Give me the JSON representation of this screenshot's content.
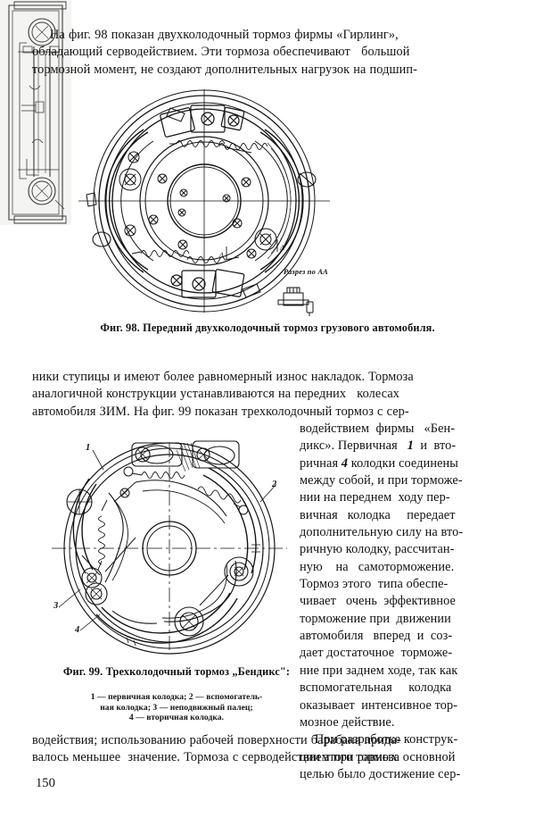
{
  "page": {
    "folio": "150",
    "language": "ru"
  },
  "top_paragraph": {
    "lines": [
      "На фиг. 98 показан двухколодочный тормоз фирмы «Гирлинг»,",
      "обладающий серводействием. Эти тормоза обеспечивают   большой",
      "тормозной момент, не создают дополнительных нагрузок на подшип-"
    ]
  },
  "figure_98": {
    "caption_lines": [
      "Фиг. 98. Передний   двухколодочный тормоз   грузового",
      "автомобиля."
    ],
    "section_label": "Разрез по АА"
  },
  "middle_paragraph": {
    "lines": [
      "ники ступицы и имеют более равномерный износ накладок. Тормоза",
      "аналогичной конструкции устанавливаются на передних   колесах",
      "автомобиля ЗИМ. На фиг. 99 показан трехколодочный тормоз с сер-"
    ]
  },
  "right_column": {
    "lines": [
      "водействием  фирмы   «Бен-",
      "дикс». Первичная   1  и  вто-",
      "ричная 4 колодки соединены",
      "между собой, и при торможе-",
      "нии на переднем  ходу пер-",
      "вичная   колодка     передает",
      "дополнительную силу на вто-",
      "ричную колодку, рассчитан-",
      "ную    на   самоторможение.",
      "Тормоз этого  типа обеспе-",
      "чивает   очень  эффективное",
      "торможение при  движении",
      "автомобиля   вперед  и  соз-",
      "дает достаточное  торможе-",
      "ние при заднем ходе, так как",
      "вспомогательная     колодка",
      "оказывает  интенсивное тор-",
      "мозное действие."
    ],
    "indented_lines": [
      "При разработке конструк-",
      "ции этого тормоза основной",
      "целью было достижение сер-"
    ],
    "italic_markers": [
      "1",
      "4"
    ]
  },
  "figure_99": {
    "caption_lines": [
      "Фиг. 99. Трехколодочный тормоз",
      "„Бендикс\":"
    ],
    "legend_lines": [
      "1 — первичная колодка; 2 — вспомогатель-",
      "ная колодка; 3 — неподвижный палец;",
      "4 — вторичная колодка."
    ],
    "callouts": [
      {
        "id": "1",
        "label": "1"
      },
      {
        "id": "2",
        "label": "2"
      },
      {
        "id": "3",
        "label": "3"
      },
      {
        "id": "4",
        "label": "4"
      }
    ]
  },
  "bottom_paragraph": {
    "lines": [
      "водействия; использованию рабочей поверхности барабана прида-",
      "валось меньшее  значение. Тормоза с серводействием при равных"
    ]
  },
  "colors": {
    "ink": "#121212",
    "paper": "#ffffff",
    "halftone_panel": "#f4f4f2"
  }
}
